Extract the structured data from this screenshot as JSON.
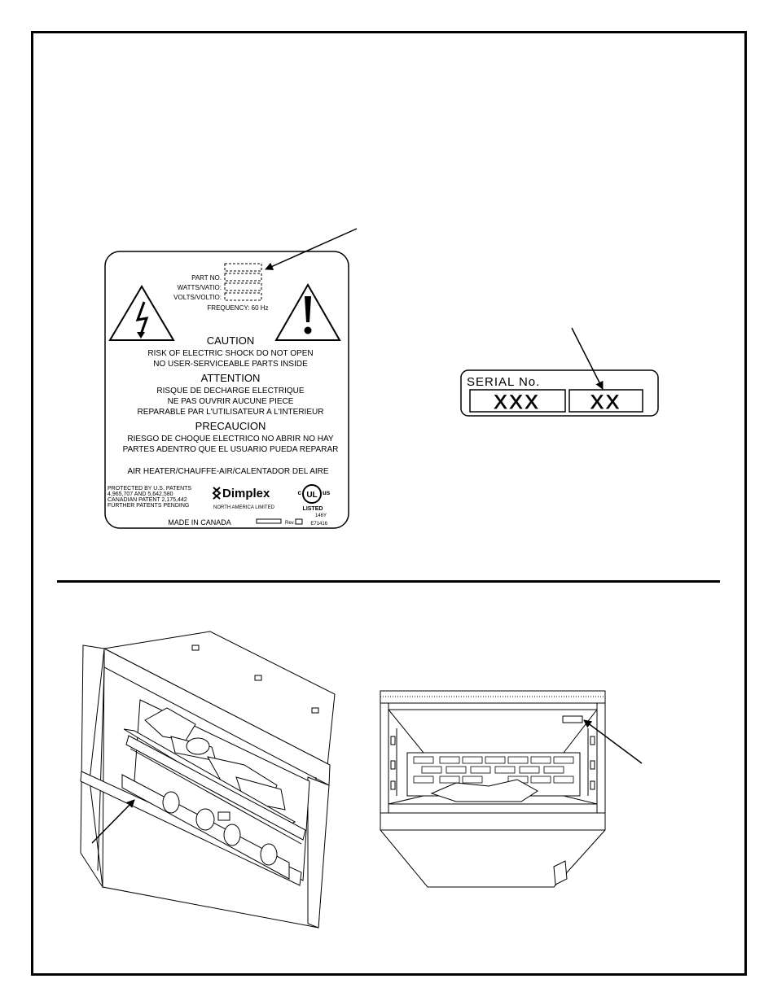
{
  "rating_plate": {
    "fields": [
      {
        "label": "PART NO."
      },
      {
        "label": "WATTS/VATIO:"
      },
      {
        "label": "VOLTS/VOLTIO:"
      }
    ],
    "frequency": "FREQUENCY: 60 Hz",
    "caution": {
      "heading": "CAUTION",
      "line1": "RISK OF ELECTRIC SHOCK  DO NOT OPEN",
      "line2": "NO USER-SERVICEABLE PARTS INSIDE"
    },
    "attention": {
      "heading": "ATTENTION",
      "line1": "RISQUE DE DECHARGE ELECTRIQUE",
      "line2": "NE PAS OUVRIR AUCUNE PIECE",
      "line3": "REPARABLE PAR L'UTILISATEUR A L'INTERIEUR"
    },
    "precaucion": {
      "heading": "PRECAUCION",
      "line1": "RIESGO DE CHOQUE ELECTRICO NO ABRIR NO HAY",
      "line2": "PARTES ADENTRO QUE EL USUARIO PUEDA REPARAR"
    },
    "air_heater": "AIR HEATER/CHAUFFE-AIR/CALENTADOR DEL AIRE",
    "patents": {
      "line1": "PROTECTED BY U.S. PATENTS",
      "line2": "4,965,707 AND 5,642,580",
      "line3": "CANADIAN PATENT 2,175,442",
      "line4": "FURTHER PATENTS PENDING"
    },
    "brand": "Dimplex",
    "brand_sub": "NORTH   AMERICA   LIMITED",
    "ul": {
      "left": "c",
      "mark": "UL",
      "right": "us",
      "listed": "LISTED"
    },
    "code1": "146Y",
    "code2": "E71416",
    "made_in": "MADE IN CANADA",
    "rev": "Rev."
  },
  "serial_label": {
    "title": "SERIAL No.",
    "box1": "XXX",
    "box2": "XX"
  }
}
